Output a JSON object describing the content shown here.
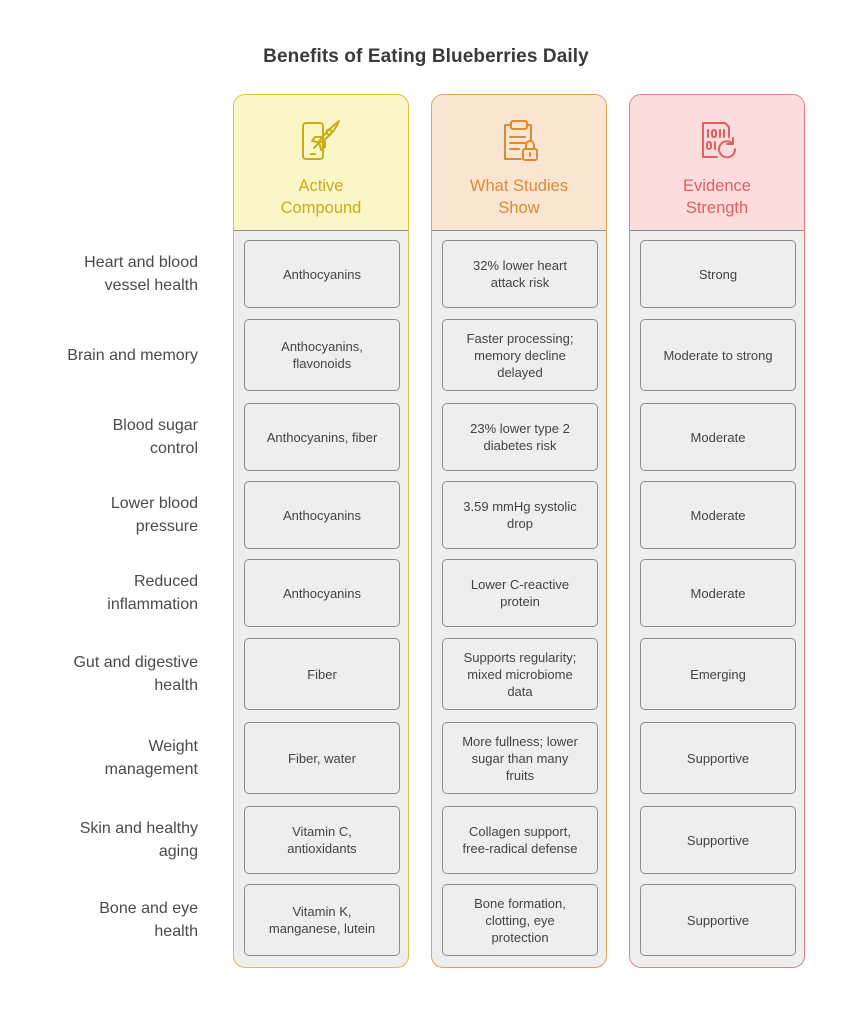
{
  "title": "Benefits of Eating Blueberries Daily",
  "columns": [
    {
      "title_lines": [
        "Active",
        "Compound"
      ],
      "icon": "phone-rocket-icon",
      "color": "#c9ad12"
    },
    {
      "title_lines": [
        "What Studies",
        "Show"
      ],
      "icon": "clipboard-lock-icon",
      "color": "#dd8a37"
    },
    {
      "title_lines": [
        "Evidence",
        "Strength"
      ],
      "icon": "binary-refresh-icon",
      "color": "#e06060"
    }
  ],
  "rows": [
    {
      "label_lines": [
        "Heart and blood",
        "vessel health"
      ],
      "compound_lines": [
        "Anthocyanins"
      ],
      "study_lines": [
        "32% lower heart",
        "attack risk"
      ],
      "strength_lines": [
        "Strong"
      ]
    },
    {
      "label_lines": [
        "Brain and memory"
      ],
      "compound_lines": [
        "Anthocyanins,",
        "flavonoids"
      ],
      "study_lines": [
        "Faster processing;",
        "memory decline",
        "delayed"
      ],
      "strength_lines": [
        "Moderate to strong"
      ]
    },
    {
      "label_lines": [
        "Blood sugar",
        "control"
      ],
      "compound_lines": [
        "Anthocyanins, fiber"
      ],
      "study_lines": [
        "23% lower type 2",
        "diabetes risk"
      ],
      "strength_lines": [
        "Moderate"
      ]
    },
    {
      "label_lines": [
        "Lower blood",
        "pressure"
      ],
      "compound_lines": [
        "Anthocyanins"
      ],
      "study_lines": [
        "3.59 mmHg systolic",
        "drop"
      ],
      "strength_lines": [
        "Moderate"
      ]
    },
    {
      "label_lines": [
        "Reduced",
        "inflammation"
      ],
      "compound_lines": [
        "Anthocyanins"
      ],
      "study_lines": [
        "Lower C-reactive",
        "protein"
      ],
      "strength_lines": [
        "Moderate"
      ]
    },
    {
      "label_lines": [
        "Gut and digestive",
        "health"
      ],
      "compound_lines": [
        "Fiber"
      ],
      "study_lines": [
        "Supports regularity;",
        "mixed microbiome",
        "data"
      ],
      "strength_lines": [
        "Emerging"
      ]
    },
    {
      "label_lines": [
        "Weight",
        "management"
      ],
      "compound_lines": [
        "Fiber, water"
      ],
      "study_lines": [
        "More fullness; lower",
        "sugar than many",
        "fruits"
      ],
      "strength_lines": [
        "Supportive"
      ]
    },
    {
      "label_lines": [
        "Skin and healthy",
        "aging"
      ],
      "compound_lines": [
        "Vitamin C,",
        "antioxidants"
      ],
      "study_lines": [
        "Collagen support,",
        "free-radical defense"
      ],
      "strength_lines": [
        "Supportive"
      ]
    },
    {
      "label_lines": [
        "Bone and eye",
        "health"
      ],
      "compound_lines": [
        "Vitamin K,",
        "manganese, lutein"
      ],
      "study_lines": [
        "Bone formation,",
        "clotting, eye",
        "protection"
      ],
      "strength_lines": [
        "Supportive"
      ]
    }
  ]
}
